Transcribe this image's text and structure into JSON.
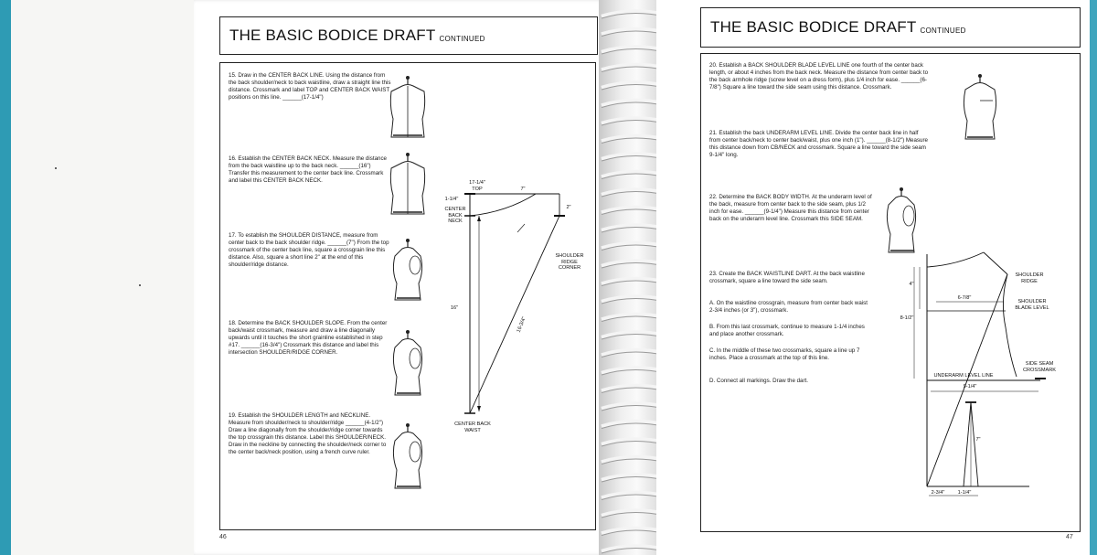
{
  "left_page": {
    "title": "THE BASIC BODICE DRAFT",
    "title_suffix": "CONTINUED",
    "page_number": "46",
    "steps": [
      "15. Draw in the CENTER BACK LINE. Using the distance from the back shoulder/neck to back waistline, draw a straight line this distance. Crossmark and label TOP and CENTER BACK WAIST positions on this line. ______(17-1/4\")",
      "16. Establish the CENTER BACK NECK. Measure the distance from the back waistline up to the back neck. ______(16\") Transfer this measurement to the center back line. Crossmark and label this CENTER BACK NECK.",
      "17. To establish the SHOULDER DISTANCE, measure from center back to the back shoulder ridge. ______(7\") From the top crossmark of the center back line, square a crossgrain line this distance. Also, square a short line 2\" at the end of this shoulder/ridge distance.",
      "18. Determine the BACK SHOULDER SLOPE. From the center back/waist crossmark, measure and draw a line diagonally upwards until it touches the short grainline established in step #17. ______(16-3/4\") Crossmark this distance and label this intersection SHOULDER/RIDGE CORNER.",
      "19. Establish the SHOULDER LENGTH and NECKLINE. Measure from shoulder/neck to shoulder/ridge ______(4-1/2\") Draw a line diagonally from the shoulder/ridge corner towards the top crossgrain this distance. Label this SHOULDER/NECK. Draw in the neckline by connecting the shoulder/neck corner to the center back/neck position, using a french curve ruler."
    ],
    "diagram": {
      "top_measure": "17-1/4\"",
      "top_label": "TOP",
      "neck_measure": "1-1/4\"",
      "shoulder_measure": "7\"",
      "short_line_measure": "2\"",
      "cb_neck_label": "CENTER BACK NECK",
      "length_measure": "16\"",
      "diagonal_measure": "16-3/4\"",
      "corner_label": "SHOULDER RIDGE CORNER",
      "waist_label": "CENTER BACK WAIST"
    }
  },
  "right_page": {
    "title": "THE BASIC BODICE DRAFT",
    "title_suffix": "CONTINUED",
    "page_number": "47",
    "steps": [
      "20. Establish a BACK SHOULDER BLADE LEVEL LINE one fourth of the center back length, or about 4 inches from the back neck. Measure the distance from center back to the back armhole ridge (screw level on a dress form), plus 1/4 inch for ease. ______(6-7/8\") Square a line toward the side seam using this distance. Crossmark.",
      "21. Establish the back UNDERARM LEVEL LINE. Divide the center back line in half from center back/neck to center back/waist, plus one inch (1\"). ______(8-1/2\") Measure this distance down from CB/NECK and crossmark. Square a line toward the side seam 9-1/4\" long.",
      "22. Determine the BACK BODY WIDTH. At the underarm level of the back, measure from center back to the side seam, plus 1/2 inch for ease. ______(9-1/4\") Measure this distance from center back on the underarm level line. Crossmark this SIDE SEAM.",
      "23. Create the BACK WAISTLINE DART. At the back waistline crossmark, square a line toward the side seam.",
      "A. On the waistline crossgrain, measure from center back waist 2-3/4 inches (or 3\"), crossmark.",
      "B. From this last crossmark, continue to measure 1-1/4 inches and place another crossmark.",
      "C. In the middle of these two crossmarks, square a line up 7 inches. Place a crossmark at the top of this line.",
      "D. Connect all markings. Draw the dart."
    ],
    "diagram": {
      "shoulder_ridge": "SHOULDER RIDGE",
      "blade_level": "SHOULDER BLADE LEVEL",
      "measure_4": "4\"",
      "measure_678": "6-7/8\"",
      "measure_812": "8-1/2\"",
      "side_seam": "SIDE SEAM CROSSMARK",
      "underarm": "UNDERARM LEVEL LINE",
      "measure_914": "9-1/4\"",
      "measure_7": "7\"",
      "measure_234": "2-3/4\"",
      "measure_114": "1-1/4\""
    }
  }
}
